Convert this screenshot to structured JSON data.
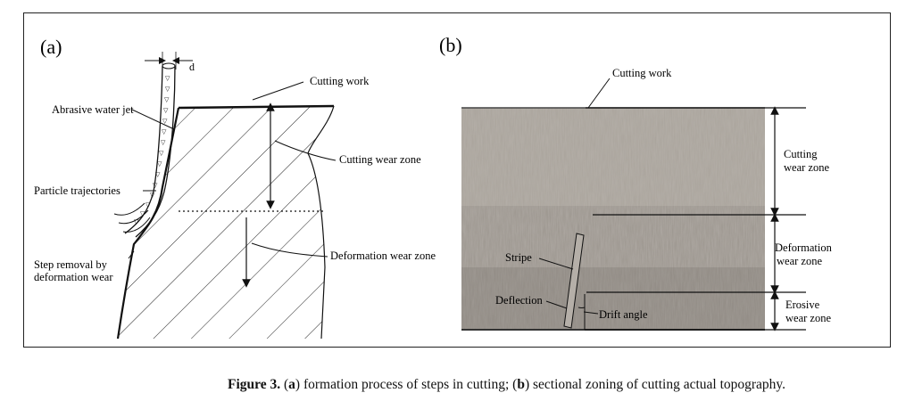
{
  "panel_a": {
    "label": "(a)",
    "d_label": "d",
    "cutting_work": "Cutting work",
    "abrasive_water_jet": "Abrasive water jet",
    "particle_trajectories": "Particle trajectories",
    "step_removal_1": "Step removal by",
    "step_removal_2": "deformation wear",
    "cutting_wear_zone": "Cutting wear zone",
    "deformation_wear_zone": "Deformation wear zone"
  },
  "panel_b": {
    "label": "(b)",
    "cutting_work": "Cutting work",
    "cutting_wear_1": "Cutting",
    "cutting_wear_2": "wear zone",
    "deformation_wear_1": "Deformation",
    "deformation_wear_2": "wear zone",
    "erosive_wear_1": "Erosive",
    "erosive_wear_2": "wear zone",
    "stripe": "Stripe",
    "deflection": "Deflection",
    "drift_angle": "Drift angle"
  },
  "caption": {
    "prefix": "Figure 3.",
    "p1": "(",
    "a": "a",
    "p2": ") formation process of steps in cutting; (",
    "b": "b",
    "p3": ") sectional zoning of cutting actual topography."
  },
  "colors": {
    "surface_base": "#9a948d",
    "surface_light": "#c4beb6",
    "surface_dark": "#6f6963",
    "ink": "#111111"
  }
}
